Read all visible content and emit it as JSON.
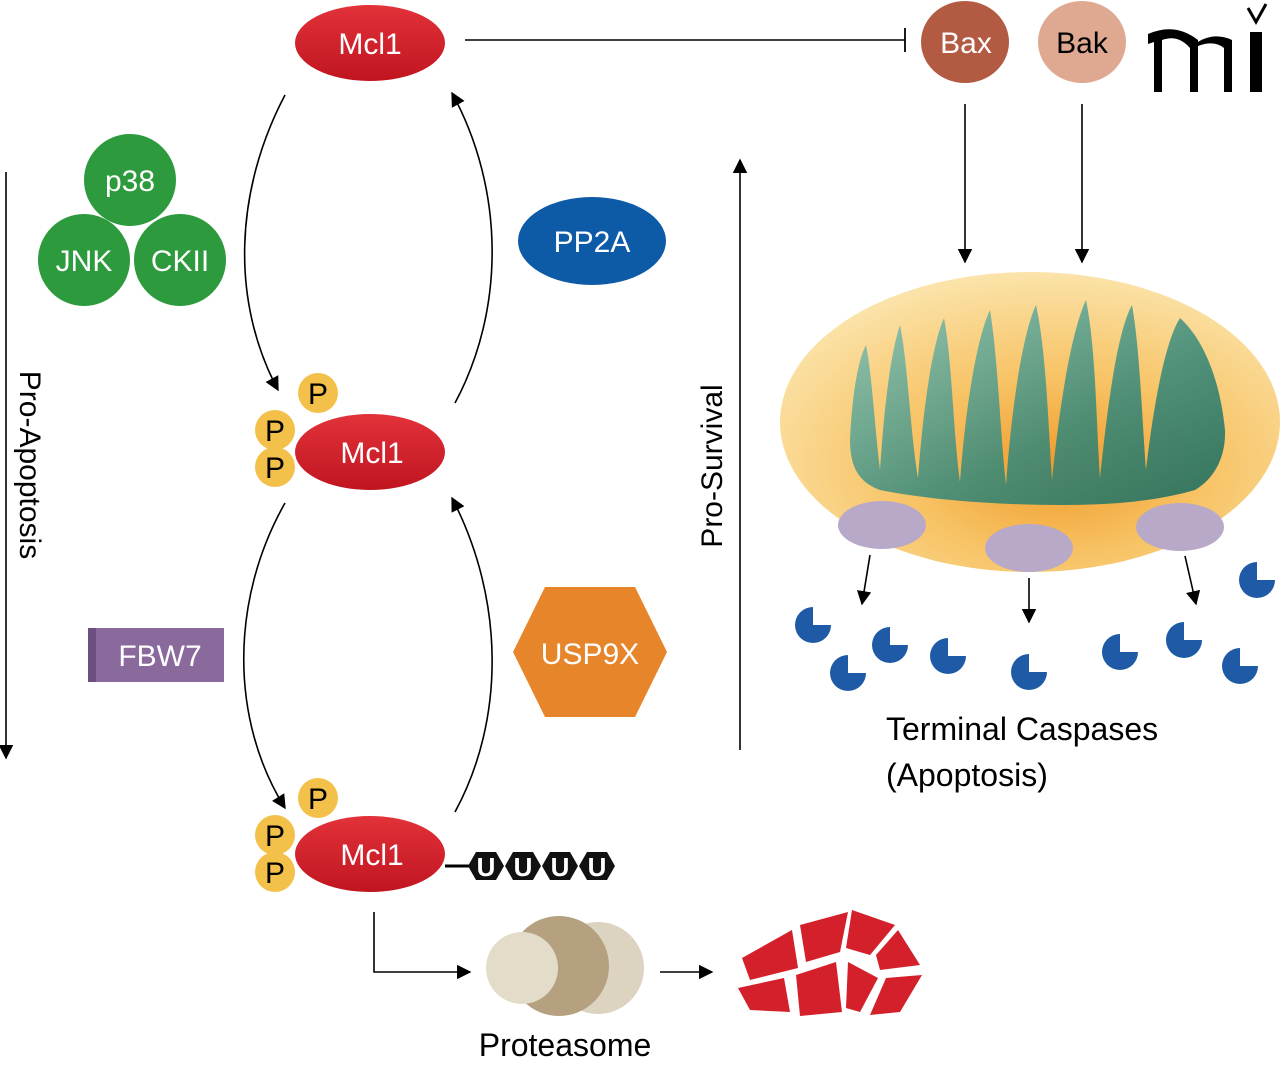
{
  "nodes": {
    "mcl1_top": "Mcl1",
    "mcl1_mid": "Mcl1",
    "mcl1_bottom": "Mcl1",
    "bax": "Bax",
    "bak": "Bak",
    "p38": "p38",
    "jnk": "JNK",
    "ckii": "CKII",
    "pp2a": "PP2A",
    "fbw7": "FBW7",
    "usp9x": "USP9X",
    "phospho": "P",
    "ubiquitin": "U"
  },
  "labels": {
    "pro_apoptosis": "Pro-Apoptosis",
    "pro_survival": "Pro-Survival",
    "caspases_line1": "Terminal Caspases",
    "caspases_line2": "(Apoptosis)",
    "proteasome": "Proteasome",
    "logo": "mi"
  },
  "colors": {
    "mcl1": "#d3202a",
    "kinase_green": "#2e9a3e",
    "pp2a_blue": "#0d5aa7",
    "fbw7_purple": "#8a6a9c",
    "usp9x_orange": "#e6852a",
    "phospho_yellow": "#f3c04a",
    "bax": "#b35a43",
    "bak": "#dfa991",
    "caspase_blue": "#1f5aa6",
    "pore_lilac": "#b9a9c9"
  },
  "icons": [
    "mitochondrion-icon",
    "proteasome-icon",
    "degraded-protein-icon",
    "caspase-icon",
    "logo-icon"
  ]
}
